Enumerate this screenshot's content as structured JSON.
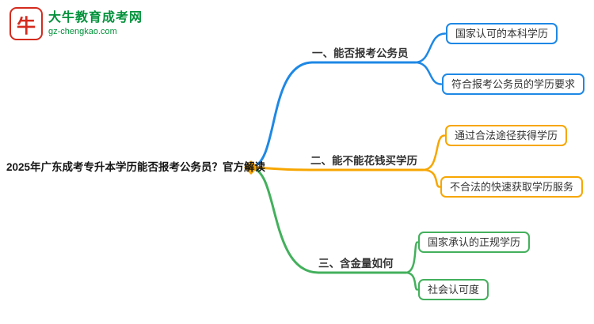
{
  "logo": {
    "glyph": "牛",
    "brand": "大牛教育成考网",
    "domain": "gz-chengkao.com"
  },
  "root": {
    "label": "2025年广东成考专升本学历能否报考公务员？官方解读"
  },
  "branches": [
    {
      "label": "一、能否报考公务员",
      "color": "#1e88e5",
      "children": [
        "国家认可的本科学历",
        "符合报考公务员的学历要求"
      ]
    },
    {
      "label": "二、能不能花钱买学历",
      "color": "#f7a600",
      "children": [
        "通过合法途径获得学历",
        "不合法的快速获取学历服务"
      ]
    },
    {
      "label": "三、含金量如何",
      "color": "#43b05c",
      "children": [
        "国家承认的正规学历",
        "社会认可度"
      ]
    }
  ],
  "colors": {
    "blue": "#1e88e5",
    "orange": "#f7a600",
    "green": "#43b05c",
    "logo_red": "#d42b1e",
    "logo_green": "#00913a"
  }
}
